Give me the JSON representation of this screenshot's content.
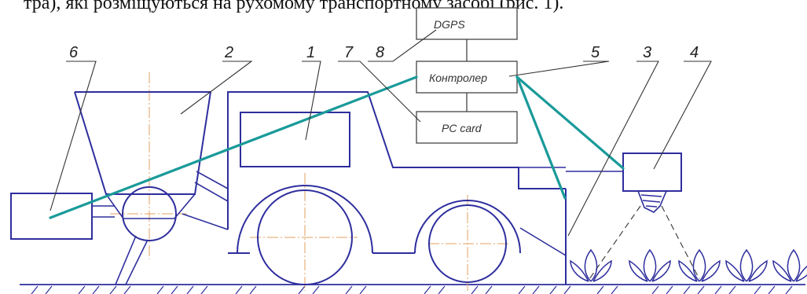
{
  "caption": "тра), які розміщуються на рухомому транспортному засобі (рис. 1).",
  "labels": {
    "n1": "1",
    "n2": "2",
    "n3": "3",
    "n4": "4",
    "n5": "5",
    "n6": "6",
    "n7": "7",
    "n8": "8"
  },
  "boxes": {
    "dgps": "DGPS",
    "controller": "Контролер",
    "pc_card": "PC card"
  },
  "colors": {
    "outline": "#2e2e9e",
    "signal_lines": "#1a9a9a",
    "center_lines": "#e0a060"
  }
}
